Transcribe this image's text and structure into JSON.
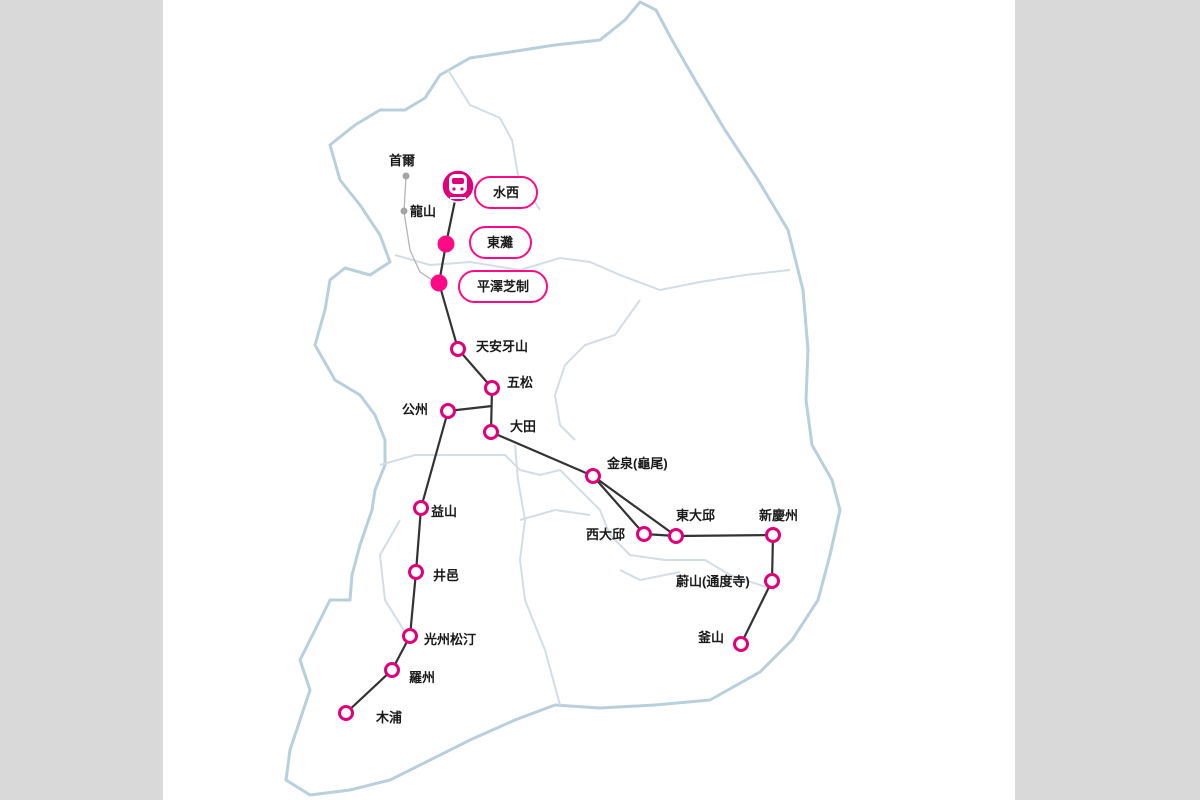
{
  "map": {
    "colors": {
      "land_outline": "#b9cfdc",
      "province_border": "#d3dde4",
      "route_line": "#333333",
      "station_ring": "#e0007a",
      "highlight": "#ff0a86",
      "minor_line": "#b5b5b5",
      "background_side": "#d9d9d9",
      "panel": "#ffffff"
    },
    "current_station": {
      "name": "水西",
      "icon": "train-icon"
    },
    "highlighted_stations": [
      "水西",
      "東灘",
      "平澤芝制"
    ],
    "minor_stations": [
      "首爾",
      "龍山"
    ],
    "stations": [
      {
        "id": "suseo",
        "name": "水西"
      },
      {
        "id": "dongtan",
        "name": "東灘"
      },
      {
        "id": "pyeongtaek",
        "name": "平澤芝制"
      },
      {
        "id": "cheonan",
        "name": "天安牙山"
      },
      {
        "id": "osong",
        "name": "五松"
      },
      {
        "id": "gongju",
        "name": "公州"
      },
      {
        "id": "daejeon",
        "name": "大田"
      },
      {
        "id": "gimcheon",
        "name": "金泉(龜尾)"
      },
      {
        "id": "seodaegu",
        "name": "西大邱"
      },
      {
        "id": "dongdaegu",
        "name": "東大邱"
      },
      {
        "id": "singyeongju",
        "name": "新慶州"
      },
      {
        "id": "ulsan",
        "name": "蔚山(通度寺)"
      },
      {
        "id": "busan",
        "name": "釜山"
      },
      {
        "id": "iksan",
        "name": "益山"
      },
      {
        "id": "jeongeup",
        "name": "井邑"
      },
      {
        "id": "gwangju",
        "name": "光州松汀"
      },
      {
        "id": "naju",
        "name": "羅州"
      },
      {
        "id": "mokpo",
        "name": "木浦"
      }
    ]
  }
}
